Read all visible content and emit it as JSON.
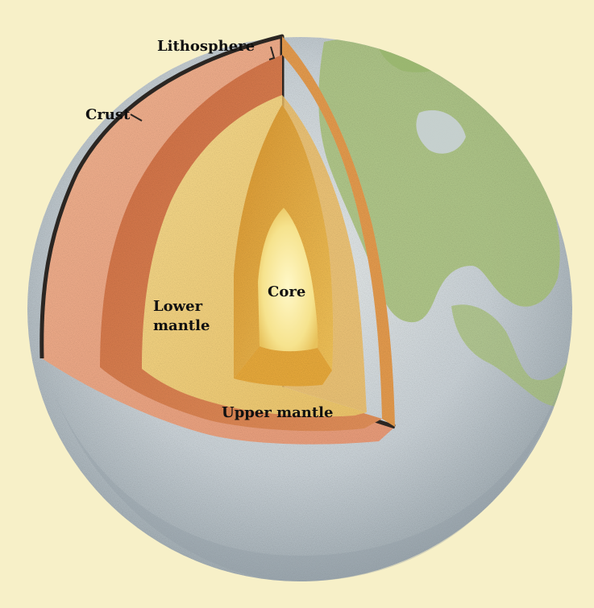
{
  "labels": {
    "lithosphere": "Lithosphere",
    "crust": "Crust",
    "lower_mantle_line1": "Lower",
    "lower_mantle_line2": "mantle",
    "core": "Core",
    "upper_mantle": "Upper mantle"
  },
  "colors": {
    "background": "#f7f0c8",
    "ocean": "#c9d1d6",
    "ocean_shadow": "#a9b4bb",
    "land": "#a9c27a",
    "crust_outline": "#2b2622",
    "lithosphere": "#e3a17e",
    "upper_mantle": "#d9824f",
    "lower_mantle": "#f0cc7a",
    "core_outer": "#e6ad3a",
    "core_inner": "#fbf2a8"
  },
  "icons": {
    "earth": "earth-globe-icon"
  }
}
